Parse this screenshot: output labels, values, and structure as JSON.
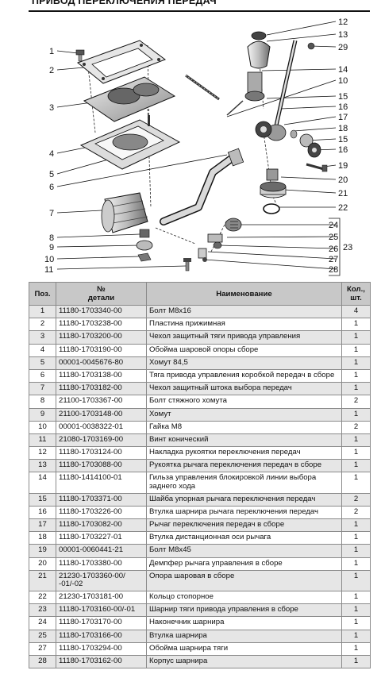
{
  "title": "ПРИВОД ПЕРЕКЛЮЧЕНИЯ ПЕРЕДАЧ",
  "diagram": {
    "callouts": [
      "1",
      "2",
      "3",
      "4",
      "5",
      "6",
      "7",
      "8",
      "9",
      "10",
      "11",
      "12",
      "13",
      "29",
      "14",
      "10",
      "15",
      "16",
      "17",
      "18",
      "15",
      "16",
      "19",
      "20",
      "21",
      "22",
      "24",
      "25",
      "26",
      "27",
      "28",
      "23"
    ]
  },
  "table": {
    "headers": {
      "pos": "Поз.",
      "part_no_line1": "№",
      "part_no_line2": "детали",
      "name": "Наименование",
      "qty_line1": "Кол.,",
      "qty_line2": "шт."
    },
    "rows": [
      {
        "pos": "1",
        "part": "11180-1703340-00",
        "name": "Болт М8х16",
        "qty": "4"
      },
      {
        "pos": "2",
        "part": "11180-1703238-00",
        "name": "Пластина прижимная",
        "qty": "1"
      },
      {
        "pos": "3",
        "part": "11180-1703200-00",
        "name": "Чехол защитный тяги привода управления",
        "qty": "1"
      },
      {
        "pos": "4",
        "part": "11180-1703190-00",
        "name": "Обойма шаровой опоры сборе",
        "qty": "1"
      },
      {
        "pos": "5",
        "part": "00001-0045676-80",
        "name": "Хомут 84,5",
        "qty": "1"
      },
      {
        "pos": "6",
        "part": "11180-1703138-00",
        "name": "Тяга привода управления коробкой передач в сборе",
        "qty": "1"
      },
      {
        "pos": "7",
        "part": "11180-1703182-00",
        "name": "Чехол защитный штока выбора передач",
        "qty": "1"
      },
      {
        "pos": "8",
        "part": "21100-1703367-00",
        "name": "Болт стяжного хомута",
        "qty": "2"
      },
      {
        "pos": "9",
        "part": "21100-1703148-00",
        "name": "Хомут",
        "qty": "1"
      },
      {
        "pos": "10",
        "part": "00001-0038322-01",
        "name": "Гайка М8",
        "qty": "2"
      },
      {
        "pos": "11",
        "part": "21080-1703169-00",
        "name": "Винт конический",
        "qty": "1"
      },
      {
        "pos": "12",
        "part": "11180-1703124-00",
        "name": "Накладка рукоятки переключения передач",
        "qty": "1"
      },
      {
        "pos": "13",
        "part": "11180-1703088-00",
        "name": "Рукоятка рычага переключения передач в сборе",
        "qty": "1"
      },
      {
        "pos": "14",
        "part": "11180-1414100-01",
        "name": "Гильза управления блокировкой линии выбора",
        "name2": "заднего хода",
        "qty": "1"
      },
      {
        "pos": "15",
        "part": "11180-1703371-00",
        "name": "Шайба упорная рычага переключения передач",
        "qty": "2"
      },
      {
        "pos": "16",
        "part": "11180-1703226-00",
        "name": "Втулка шарнира рычага переключения передач",
        "qty": "2"
      },
      {
        "pos": "17",
        "part": "11180-1703082-00",
        "name": "Рычаг переключения передач в сборе",
        "qty": "1"
      },
      {
        "pos": "18",
        "part": "11180-1703227-01",
        "name": "Втулка дистанционная оси рычага",
        "qty": "1"
      },
      {
        "pos": "19",
        "part": "00001-0060441-21",
        "name": "Болт М8х45",
        "qty": "1"
      },
      {
        "pos": "20",
        "part": "11180-1703380-00",
        "name": "Демпфер рычага управления в сборе",
        "qty": "1"
      },
      {
        "pos": "21",
        "part": "21230-1703360-00/",
        "part2": "-01/-02",
        "name": "Опора шаровая в сборе",
        "qty": "1"
      },
      {
        "pos": "22",
        "part": "21230-1703181-00",
        "name": "Кольцо стопорное",
        "qty": "1"
      },
      {
        "pos": "23",
        "part": "11180-1703160-00/-01",
        "name": "Шарнир тяги привода управления в сборе",
        "qty": "1"
      },
      {
        "pos": "24",
        "part": "11180-1703170-00",
        "name": "Наконечник шарнира",
        "qty": "1"
      },
      {
        "pos": "25",
        "part": "11180-1703166-00",
        "name": "Втулка шарнира",
        "qty": "1"
      },
      {
        "pos": "27",
        "part": "11180-1703294-00",
        "name": "Обойма шарнира тяги",
        "qty": "1"
      },
      {
        "pos": "28",
        "part": "11180-1703162-00",
        "name": "Корпус шарнира",
        "qty": "1"
      }
    ]
  }
}
